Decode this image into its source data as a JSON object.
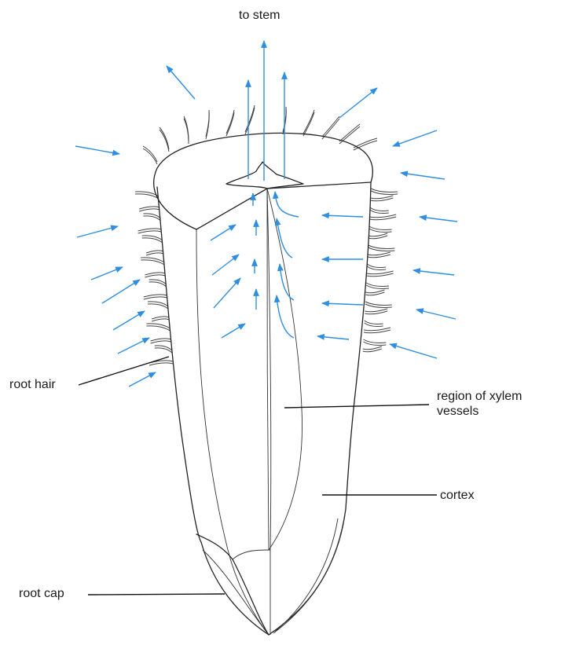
{
  "labels": {
    "to_stem": "to stem",
    "root_hair": "root hair",
    "xylem_line1": "region of xylem",
    "xylem_line2": "vessels",
    "cortex": "cortex",
    "root_cap": "root cap"
  },
  "colors": {
    "water_arrow": "#2f8ee0",
    "outline": "#222222"
  }
}
